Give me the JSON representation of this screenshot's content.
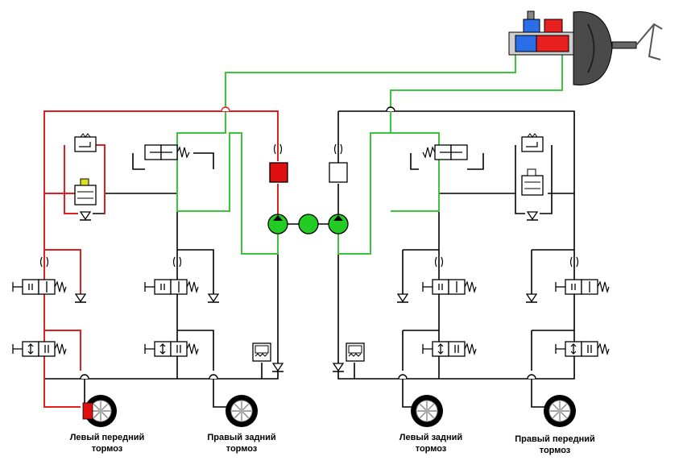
{
  "colors": {
    "background": "#ffffff",
    "line": "#000000",
    "active_line": "#e32020",
    "control_line": "#3cc43c",
    "pump_fill": "#22cc22",
    "valve_active": "#e01010",
    "valve_idle": "#ffffff",
    "booster_body": "#4a4a4a",
    "booster_blue": "#2a6ee8",
    "booster_red": "#e82020"
  },
  "wheels": [
    {
      "id": "front-left",
      "line1": "Левый передний",
      "line2": "тормоз",
      "state": "active"
    },
    {
      "id": "rear-right",
      "line1": "Правый задний",
      "line2": "тормоз",
      "state": "idle"
    },
    {
      "id": "rear-left",
      "line1": "Левый задний",
      "line2": "тормоз",
      "state": "idle"
    },
    {
      "id": "front-right",
      "line1": "Правый передний",
      "line2": "тормоз",
      "state": "idle"
    }
  ],
  "components": {
    "master_cylinder": "brake-booster-master-cylinder",
    "pump": "return-pump",
    "inlet_valves": "inlet-solenoid-valves",
    "outlet_valves": "outlet-solenoid-valves",
    "accumulators": "low-pressure-accumulators"
  }
}
